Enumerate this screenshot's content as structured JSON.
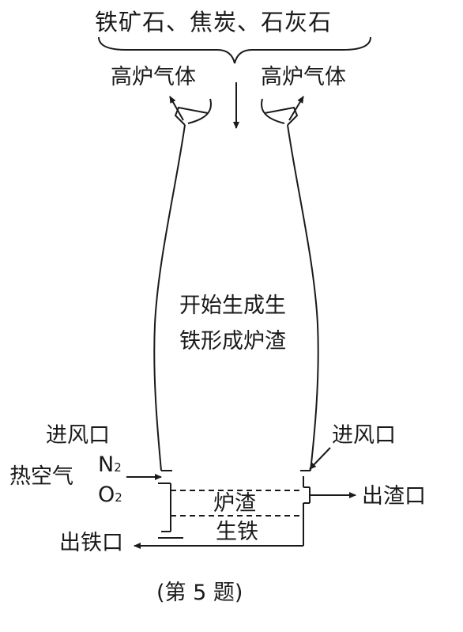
{
  "diagram": {
    "materials": "铁矿石、焦炭、石灰石",
    "gas_left": "高炉气体",
    "gas_right": "高炉气体",
    "middle_line1": "开始生成生",
    "middle_line2": "铁形成炉渣",
    "inlet_left": "进风口",
    "inlet_right": "进风口",
    "hot_air": "热空气",
    "n2": "N",
    "n2_sub": "2",
    "o2": "O",
    "o2_sub": "2",
    "slag": "炉渣",
    "pig_iron": "生铁",
    "slag_outlet": "出渣口",
    "iron_outlet": "出铁口",
    "caption": "(第 5 题)"
  }
}
